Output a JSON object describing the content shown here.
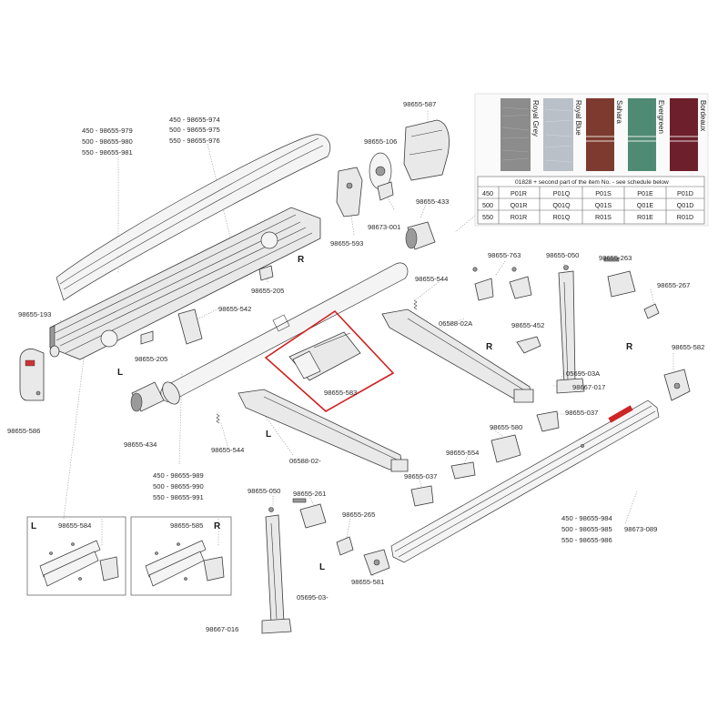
{
  "color_table": {
    "colors": [
      {
        "name": "Royal Grey",
        "hex": "#8c8c8c"
      },
      {
        "name": "Royal Blue",
        "hex": "#b9c0c8"
      },
      {
        "name": "Sahara",
        "hex": "#7d3a2e"
      },
      {
        "name": "Evergreen",
        "hex": "#4f8a74"
      },
      {
        "name": "Bordeaux",
        "hex": "#6e1f2c"
      }
    ],
    "header": "01828 + second part of the item No. - see schedule below",
    "rows": [
      {
        "size": "450",
        "codes": [
          "P01R",
          "P01Q",
          "P01S",
          "P01E",
          "P01D"
        ]
      },
      {
        "size": "500",
        "codes": [
          "Q01R",
          "Q01Q",
          "Q01S",
          "Q01E",
          "Q01D"
        ]
      },
      {
        "size": "550",
        "codes": [
          "R01R",
          "R01Q",
          "R01S",
          "R01E",
          "R01D"
        ]
      }
    ]
  },
  "callouts": {
    "top_cover_group": [
      "450 - 98655-979",
      "500 - 98655-980",
      "550 - 98655-981"
    ],
    "case_group": [
      "450 - 98655-974",
      "500 - 98655-975",
      "550 - 98655-976"
    ],
    "roller_group": [
      "450 - 98655-989",
      "500 - 98655-990",
      "550 - 98655-991"
    ],
    "front_bar_group": [
      "450 - 98655-984",
      "500 - 98655-985",
      "550 - 98655-986"
    ],
    "p98655_587": "98655-587",
    "p98655_106": "98655-106",
    "p98673_001": "98673-001",
    "p98655_593": "98655-593",
    "p98655_433": "98655-433",
    "p98655_205a": "98655-205",
    "p98655_205b": "98655-205",
    "p98655_542": "98655-542",
    "p98655_193": "98655-193",
    "p98655_586": "98655-586",
    "p98655_434": "98655-434",
    "p98655_544a": "98655-544",
    "p98655_544b": "98655-544",
    "p98655_583": "98655-583",
    "p06588_02A": "06588-02A",
    "p06588_02": "06588-02-",
    "p98655_763": "98655-763",
    "p98655_050a": "98655-050",
    "p98655_050b": "98655-050",
    "p98655_263": "98655-263",
    "p98655_267": "98655-267",
    "p98655_452": "98655-452",
    "p05695_03A": "05695-03A",
    "p98667_017": "98667-017",
    "p98655_582": "98655-582",
    "p98655_037a": "98655-037",
    "p98655_037b": "98655-037",
    "p98655_580": "98655-580",
    "p98655_554": "98655-554",
    "p98655_261": "98655-261",
    "p98655_265": "98655-265",
    "p98655_581": "98655-581",
    "p05695_03": "05695-03-",
    "p98667_016": "98667-016",
    "p98673_089": "98673-089",
    "p98655_584": "98655-584",
    "p98655_585": "98655-585"
  },
  "side_labels": {
    "L": "L",
    "R": "R"
  }
}
